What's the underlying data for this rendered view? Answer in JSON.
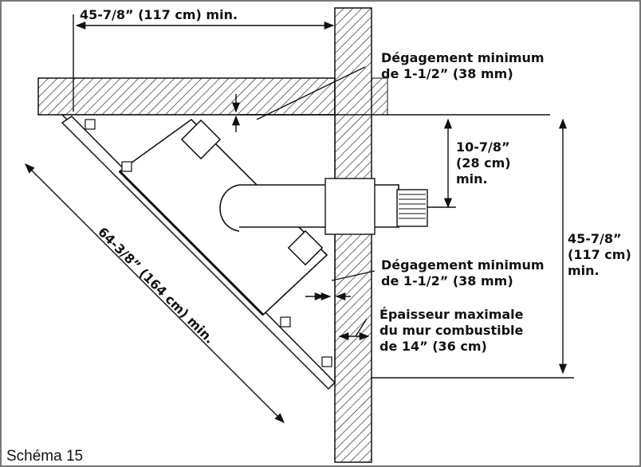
{
  "diagram": {
    "caption": "Schéma 15",
    "labels": {
      "top_width": "45-7/8” (117 cm) min.",
      "ceiling_clear_1": "Dégagement minimum",
      "ceiling_clear_2": "de 1-1/2” (38 mm)",
      "vent_height_1": "10-7/8”",
      "vent_height_2": "(28 cm)",
      "vent_height_3": "min.",
      "right_height_1": "45-7/8”",
      "right_height_2": "(117 cm)",
      "right_height_3": "min.",
      "wall_clear_1": "Dégagement minimum",
      "wall_clear_2": "de 1-1/2” (38 mm)",
      "wall_thick_1": "Épaisseur maximale",
      "wall_thick_2": "du mur combustible",
      "wall_thick_3": "de 14” (36 cm)",
      "diagonal": "64-3/8” (164 cm) min."
    }
  }
}
